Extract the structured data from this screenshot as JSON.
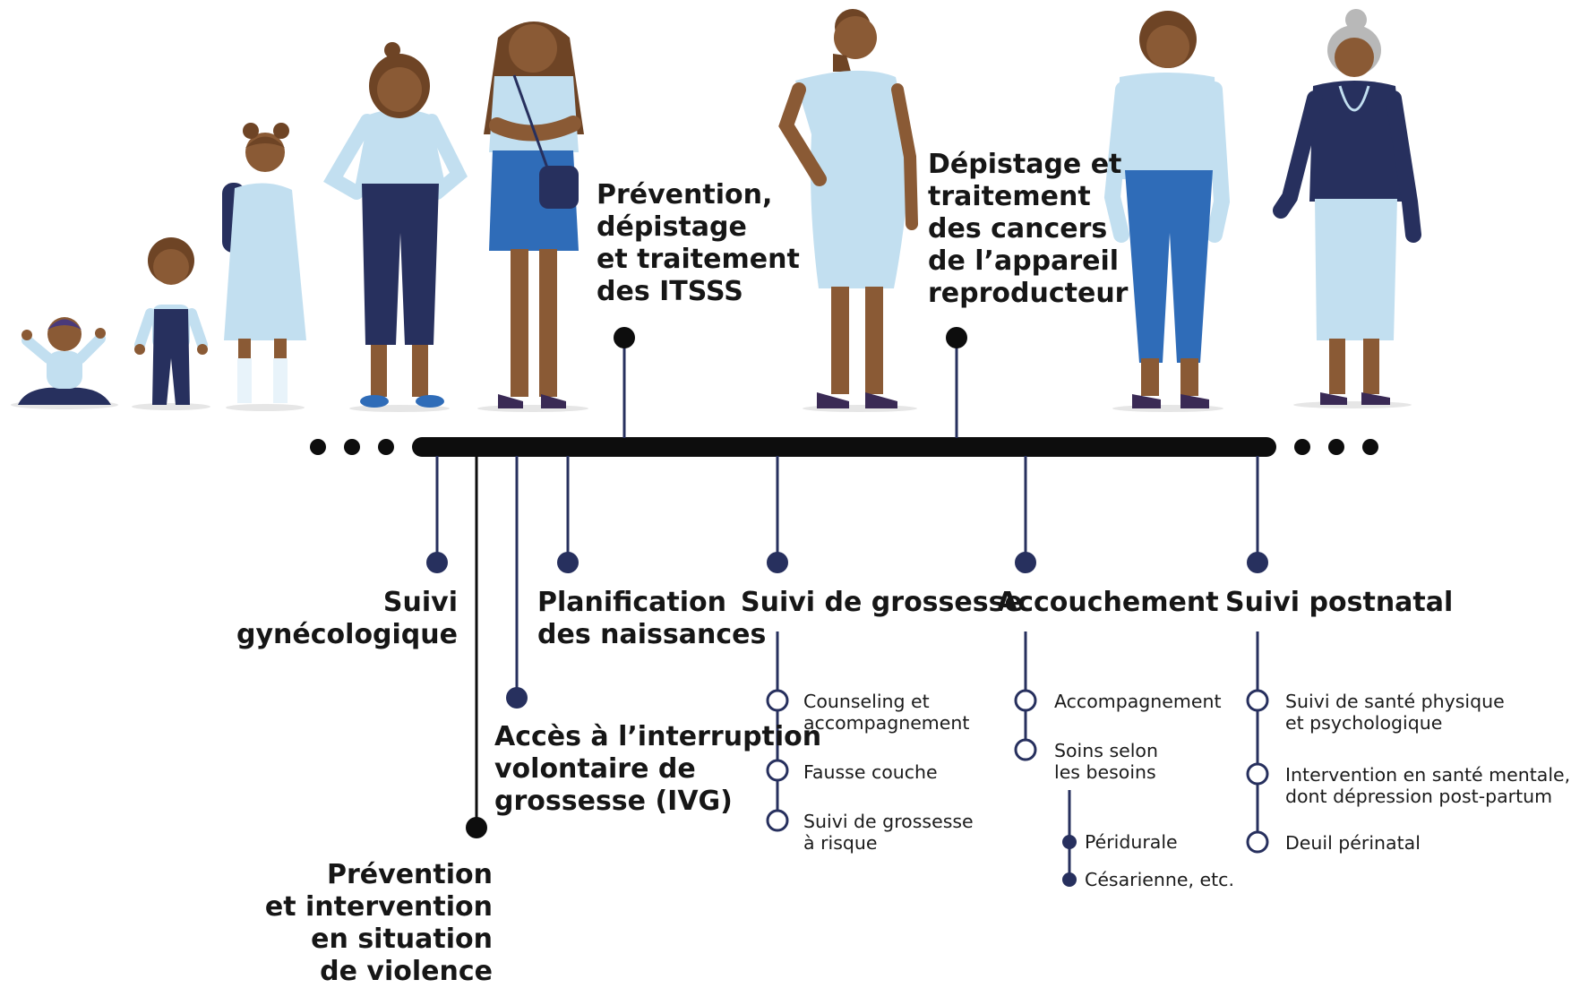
{
  "colors": {
    "navy": "#27305e",
    "black": "#0d0d0d",
    "light_blue": "#c2dff0",
    "mid_blue": "#2f6cb8",
    "skin": "#8a5a35",
    "hair": "#6e4425",
    "grey_hair": "#b8b8b8"
  },
  "people": [
    {
      "name": "baby",
      "icon": "baby-icon"
    },
    {
      "name": "toddler",
      "icon": "toddler-icon"
    },
    {
      "name": "child",
      "icon": "child-icon"
    },
    {
      "name": "teen",
      "icon": "teen-icon"
    },
    {
      "name": "young-woman",
      "icon": "young-woman-icon"
    },
    {
      "name": "pregnant-woman",
      "icon": "pregnant-woman-icon"
    },
    {
      "name": "middle-aged-woman",
      "icon": "middle-aged-woman-icon"
    },
    {
      "name": "elderly-woman",
      "icon": "elderly-woman-icon"
    }
  ],
  "above": {
    "itsss": "Prévention,\ndépistage\net traitement\ndes ITSSS",
    "cancers": "Dépistage et\ntraitement\ndes cancers\nde l’appareil\nreproducteur"
  },
  "below": {
    "gyneco": "Suivi\ngynécologique",
    "violence": "Prévention\net intervention\nen situation\nde violence",
    "ivg": "Accès à l’interruption\nvolontaire de\ngrossesse (IVG)",
    "planification": "Planification\ndes naissances",
    "grossesse": {
      "title": "Suivi de grossesse",
      "items": [
        "Counseling et\naccompagnement",
        "Fausse couche",
        "Suivi de grossesse\nà risque"
      ]
    },
    "accouchement": {
      "title": "Accouchement",
      "items": [
        "Accompagnement",
        "Soins selon\nles besoins"
      ],
      "subitems": [
        "Péridurale",
        "Césarienne, etc."
      ]
    },
    "postnatal": {
      "title": "Suivi postnatal",
      "items": [
        "Suivi de santé physique\net psychologique",
        "Intervention en santé mentale,\ndont dépression post-partum",
        "Deuil périnatal"
      ]
    }
  }
}
